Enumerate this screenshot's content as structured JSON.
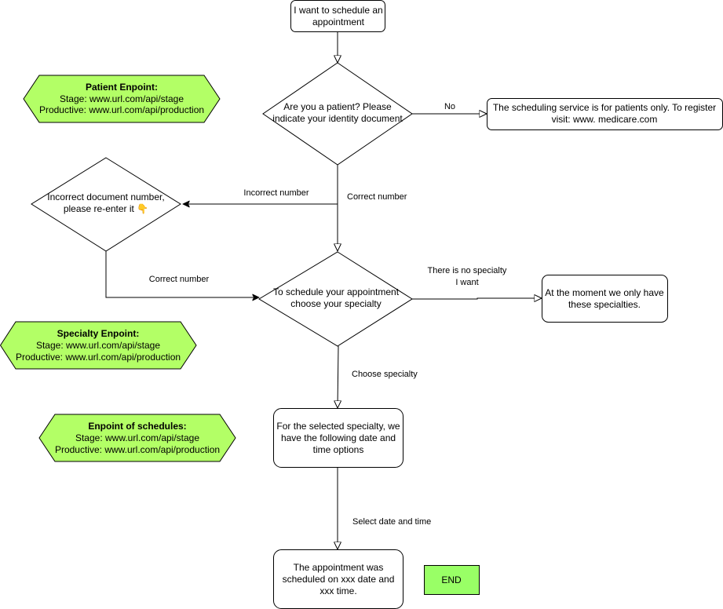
{
  "colors": {
    "line": "#000000",
    "box_fill": "#ffffff",
    "hexagon_fill": "#b3ff66",
    "end_fill": "#99ff66"
  },
  "nodes": {
    "start": [
      "I want to schedule an",
      "appointment"
    ],
    "patient_question": [
      "Are you a patient? Please",
      "indicate your identity document"
    ],
    "patients_only": [
      "The scheduling service is for patients only. To register",
      "visit: www. medicare.com"
    ],
    "incorrect_document": [
      "Incorrect document number,",
      "please re-enter it 👇"
    ],
    "choose_specialty": [
      "To schedule your appointment",
      "choose your specialty"
    ],
    "only_specialties": [
      "At the moment we only have",
      "these specialties."
    ],
    "date_time_options": [
      "For the selected specialty, we",
      "have the following date and",
      "time options"
    ],
    "scheduled": [
      "The appointment was",
      "scheduled on xxx date and",
      "xxx time."
    ],
    "end": [
      "END"
    ]
  },
  "endpoints": {
    "patient": {
      "title": "Patient Enpoint:",
      "stage": "Stage: www.url.com/api/stage",
      "productive": "Productive: www.url.com/api/production"
    },
    "specialty": {
      "title": "Specialty Enpoint:",
      "stage": "Stage: www.url.com/api/stage",
      "productive": "Productive: www.url.com/api/production"
    },
    "schedules": {
      "title": "Enpoint of schedules:",
      "stage": "Stage: www.url.com/api/stage",
      "productive": "Productive: www.url.com/api/production"
    }
  },
  "edge_labels": {
    "no": [
      "No"
    ],
    "incorrect_number": [
      "Incorrect number"
    ],
    "correct_number_down": [
      "Correct number"
    ],
    "correct_number_retry": [
      "Correct number"
    ],
    "no_specialty": [
      "There is no specialty",
      "I want"
    ],
    "choose_specialty": [
      "Choose specialty"
    ],
    "select_date_time": [
      "Select date and time"
    ]
  }
}
